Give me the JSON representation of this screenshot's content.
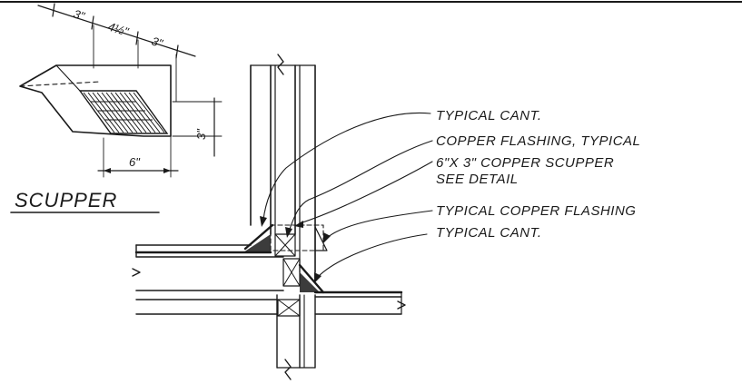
{
  "scupper_detail": {
    "title": "SCUPPER",
    "dim_top_left": "3\"",
    "dim_top_middle": "4½\"",
    "dim_top_right": "3\"",
    "dim_height": "3\"",
    "dim_bottom": "6\""
  },
  "callouts": [
    {
      "id": "cant-upper",
      "text": "TYPICAL CANT."
    },
    {
      "id": "copper-flashing",
      "text": "COPPER FLASHING, TYPICAL"
    },
    {
      "id": "scupper-size",
      "text": "6\"X 3\" COPPER SCUPPER"
    },
    {
      "id": "see-detail",
      "text": "SEE DETAIL"
    },
    {
      "id": "copper-flashing-typical",
      "text": "TYPICAL COPPER FLASHING"
    },
    {
      "id": "cant-lower",
      "text": "TYPICAL CANT."
    }
  ],
  "colors": {
    "ink": "#1a1a1a",
    "paper": "#ffffff"
  }
}
